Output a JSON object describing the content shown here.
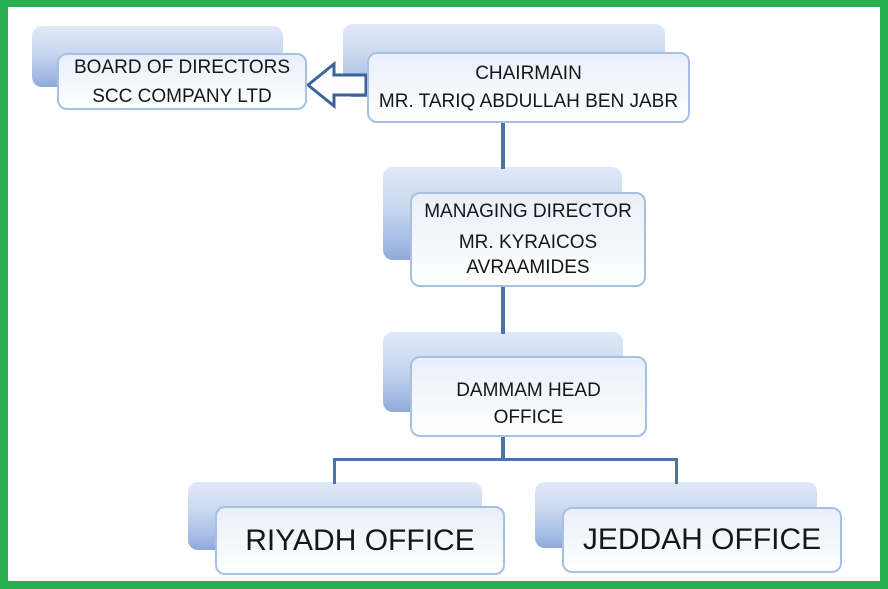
{
  "diagram": {
    "type": "org-chart",
    "nodes": {
      "board": {
        "line1": "BOARD OF DIRECTORS",
        "line2": "SCC COMPANY LTD"
      },
      "chairman": {
        "line1": "CHAIRMAIN",
        "line2": "MR. TARIQ ABDULLAH BEN JABR"
      },
      "managing": {
        "line1": "MANAGING DIRECTOR",
        "line2": "MR. KYRAICOS AVRAAMIDES"
      },
      "dammam": {
        "line1": "DAMMAM HEAD OFFICE"
      },
      "riyadh": {
        "line1": "RIYADH OFFICE"
      },
      "jeddah": {
        "line1": "JEDDAH OFFICE"
      }
    },
    "edges": [
      {
        "from": "chairman",
        "to": "board",
        "style": "block-arrow-left"
      },
      {
        "from": "chairman",
        "to": "managing",
        "style": "line"
      },
      {
        "from": "managing",
        "to": "dammam",
        "style": "line"
      },
      {
        "from": "dammam",
        "to": "riyadh",
        "style": "line"
      },
      {
        "from": "dammam",
        "to": "jeddah",
        "style": "line"
      }
    ],
    "colors": {
      "frame_green": "#27ae4e",
      "connector_blue": "#4a74a8",
      "box_border_blue": "#a6c0e2",
      "shadow_gradient_top": "#e0e9f7",
      "shadow_gradient_bottom": "#8fa9da",
      "arrow_outline": "#3d6496",
      "arrow_fill": "#fdfdfd",
      "text": "#161616",
      "background": "#ffffff"
    }
  }
}
